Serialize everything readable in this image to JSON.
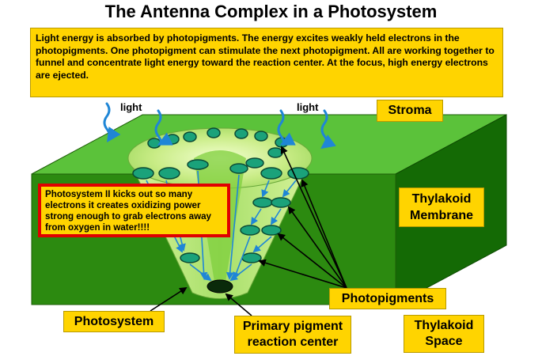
{
  "title": "The Antenna Complex in a Photosystem",
  "intro": "Light energy is absorbed by photopigments. The energy excites weakly held electrons in the photopigments. One photopigment can stimulate the next photopigment. All are working together to funnel and concentrate light energy toward the reaction center. At the focus, high energy electrons are ejected.",
  "labels": {
    "stroma": "Stroma",
    "thylakoid_membrane": "Thylakoid Membrane",
    "photopigments": "Photopigments",
    "photosystem": "Photosystem",
    "primary_pigment": "Primary pigment reaction center",
    "thylakoid_space": "Thylakoid Space",
    "light_left": "light",
    "light_right": "light"
  },
  "callout": "Photosystem II kicks out so many electrons it creates oxidizing power strong enough to grab electrons away from oxygen in water!!!!",
  "colors": {
    "membrane_top": "#5bc23a",
    "membrane_front": "#2c8a10",
    "membrane_side": "#146a05",
    "funnel": "#d6f29a",
    "pigment": "#1aa27a",
    "arrow": "#1f86d6",
    "label_bg": "#ffd400",
    "callout_border": "#e00000"
  }
}
